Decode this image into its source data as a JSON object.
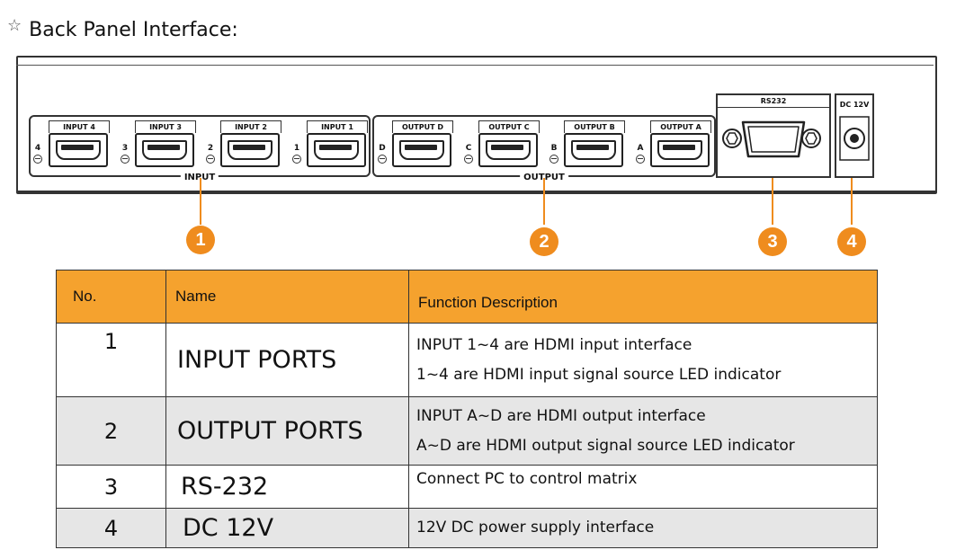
{
  "title": "Back Panel Interface:",
  "star_icon": "☆",
  "accent_color": "#ef8c1e",
  "panel": {
    "inputs": [
      {
        "label": "INPUT 4",
        "led": "4"
      },
      {
        "label": "INPUT 3",
        "led": "3"
      },
      {
        "label": "INPUT 2",
        "led": "2"
      },
      {
        "label": "INPUT 1",
        "led": "1"
      }
    ],
    "input_group_label": "INPUT",
    "outputs": [
      {
        "label": "OUTPUT D",
        "led": "D"
      },
      {
        "label": "OUTPUT C",
        "led": "C"
      },
      {
        "label": "OUTPUT B",
        "led": "B"
      },
      {
        "label": "OUTPUT A",
        "led": "A"
      }
    ],
    "output_group_label": "OUTPUT",
    "rs232_label": "RS232",
    "dc_label": "DC 12V",
    "badges": [
      "1",
      "2",
      "3",
      "4"
    ]
  },
  "table": {
    "headers": [
      "No.",
      "Name",
      "Function Description"
    ],
    "rows": [
      {
        "no": "1",
        "name": "INPUT PORTS",
        "func1": "INPUT 1~4 are HDMI input interface",
        "func2": "1~4 are HDMI input signal source LED indicator"
      },
      {
        "no": "2",
        "name": "OUTPUT PORTS",
        "func1": "INPUT A~D are HDMI output interface",
        "func2": "A~D are HDMI output signal source LED indicator"
      },
      {
        "no": "3",
        "name": "RS-232",
        "func1": "Connect PC to control matrix"
      },
      {
        "no": "4",
        "name": "DC 12V",
        "func1": "12V DC power supply interface"
      }
    ]
  }
}
